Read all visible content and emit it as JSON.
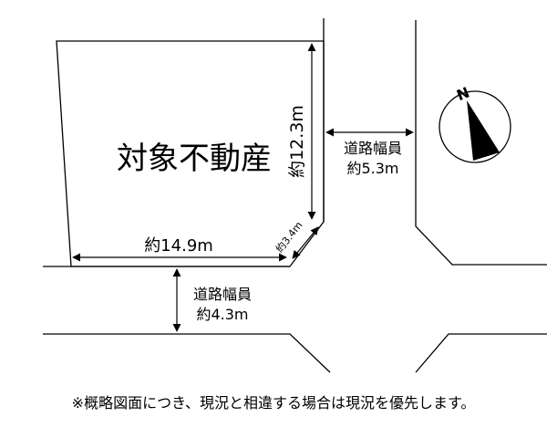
{
  "property": {
    "label": "対象不動産"
  },
  "dimensions": {
    "depth": "約12.3m",
    "frontage": "約14.9m",
    "corner_cut": "約3.4m"
  },
  "roads": {
    "east": {
      "label": "道路幅員",
      "width": "約5.3m"
    },
    "south": {
      "label": "道路幅員",
      "width": "約4.3m"
    }
  },
  "compass": {
    "letter": "N",
    "icon": "north-arrow-icon"
  },
  "footnote": "※概略図面につき、現況と相違する場合は現況を優先します。"
}
